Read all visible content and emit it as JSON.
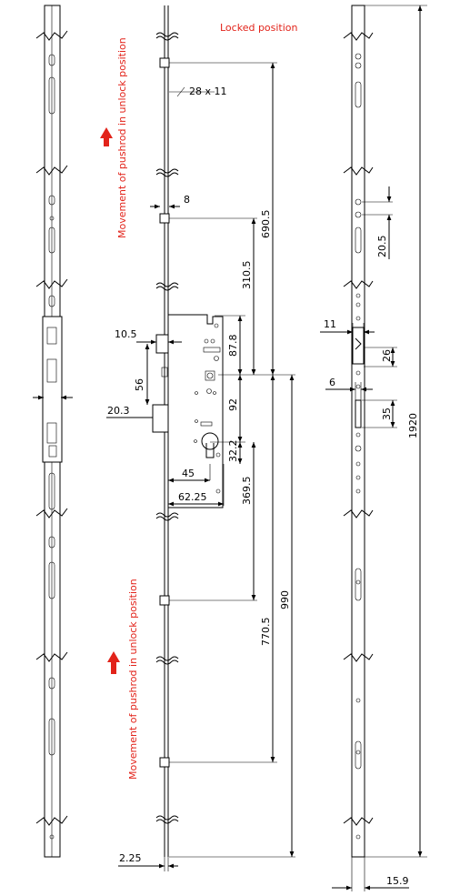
{
  "notes": {
    "locked": "Locked position",
    "movement_upper": "Movement of pushrod in unlock position",
    "movement_lower": "Movement of pushrod in unlock position"
  },
  "dimensions": {
    "hook_size": "28 x 11",
    "upper_bolt_width": "8",
    "upper_690": "690.5",
    "upper_310": "310.5",
    "latch_10_5": "10.5",
    "case_87_8": "87.8",
    "case_56": "56",
    "case_92": "92",
    "case_20_3": "20.3",
    "case_32_2": "32.2",
    "backset_45": "45",
    "backset_62_25": "62.25",
    "lower_369_5": "369.5",
    "lower_990": "990",
    "lower_770_5": "770.5",
    "faceplate_2_25": "2.25",
    "right_20_5": "20.5",
    "right_11": "11",
    "right_26": "26",
    "right_6": "6",
    "right_35": "35",
    "total_1920": "1920",
    "width_15_9": "15.9"
  },
  "colors": {
    "accent": "#e2231a",
    "line": "#000000"
  }
}
